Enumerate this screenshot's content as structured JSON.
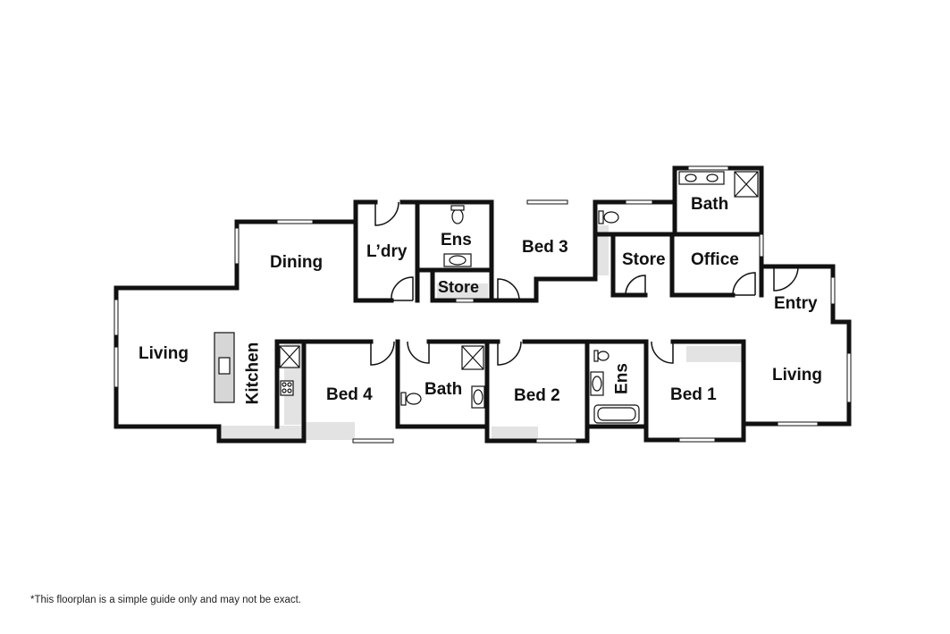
{
  "rooms": {
    "living_left": "Living",
    "kitchen": "Kitchen",
    "dining": "Dining",
    "laundry": "L’dry",
    "ensuite_top": "Ens",
    "store_small": "Store",
    "bed3": "Bed 3",
    "bath_top": "Bath",
    "store_mid": "Store",
    "office": "Office",
    "entry": "Entry",
    "living_right": "Living",
    "bed4": "Bed 4",
    "bath_mid": "Bath",
    "bed2": "Bed 2",
    "ensuite_bottom": "Ens",
    "bed1": "Bed 1"
  },
  "disclaimer": "*This floorplan is a simple guide only and may not be exact.",
  "colors": {
    "wall": "#111111",
    "floor_shade": "#e3e3e3",
    "fixture": "#cccccc"
  }
}
